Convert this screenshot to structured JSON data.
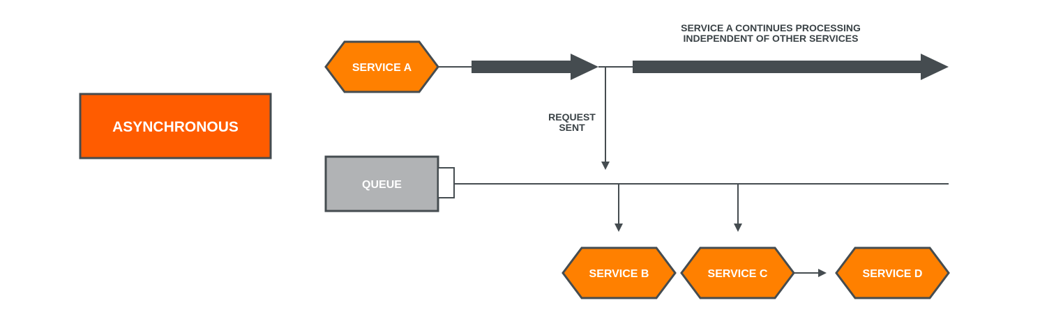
{
  "title_badge": {
    "label": "ASYNCHRONOUS"
  },
  "nodes": {
    "service_a": {
      "label": "SERVICE A"
    },
    "queue": {
      "label": "QUEUE"
    },
    "service_b": {
      "label": "SERVICE B"
    },
    "service_c": {
      "label": "SERVICE C"
    },
    "service_d": {
      "label": "SERVICE D"
    }
  },
  "annotations": {
    "request_sent": [
      "REQUEST",
      "SENT"
    ],
    "continues": [
      "SERVICE A CONTINUES PROCESSING",
      "INDEPENDENT OF OTHER SERVICES"
    ]
  },
  "colors": {
    "orange": "#ff8000",
    "orange_dark": "#ff5c00",
    "queue_grey": "#b1b3b5",
    "stroke": "#454c50",
    "text_dark": "#3a4246"
  }
}
